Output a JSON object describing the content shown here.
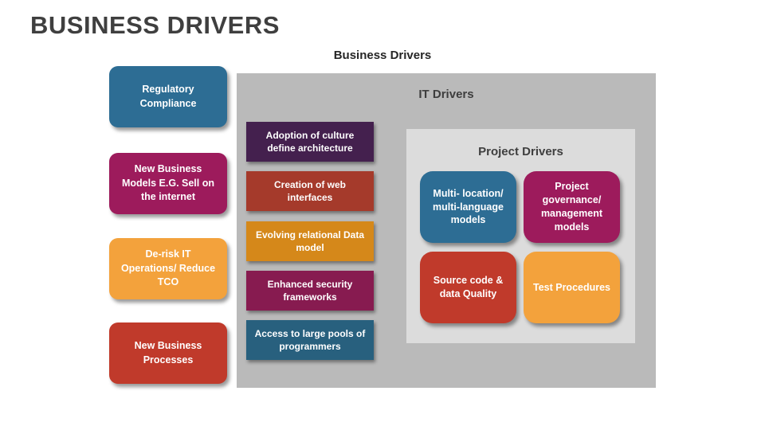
{
  "title": "BUSINESS DRIVERS",
  "diagram": {
    "caption": "Business Drivers",
    "it_panel_title": "IT Drivers",
    "project_panel_title": "Project Drivers"
  },
  "business_drivers": [
    {
      "label": "Regulatory Compliance",
      "color": "#2d6d94"
    },
    {
      "label": "New Business Models E.G. Sell on the internet",
      "color": "#9d1b5c"
    },
    {
      "label": "De-risk IT Operations/ Reduce TCO",
      "color": "#f3a23c"
    },
    {
      "label": "New Business Processes",
      "color": "#c03a2b"
    }
  ],
  "it_drivers": [
    {
      "label": "Adoption of culture define architecture",
      "color": "#44204e"
    },
    {
      "label": "Creation of web interfaces",
      "color": "#a53a2b"
    },
    {
      "label": "Evolving relational Data model",
      "color": "#d5881a"
    },
    {
      "label": "Enhanced security frameworks",
      "color": "#871b50"
    },
    {
      "label": "Access to large pools of programmers",
      "color": "#28607e"
    }
  ],
  "project_drivers": [
    {
      "label": "Multi- location/ multi-language models",
      "color": "#2d6d94"
    },
    {
      "label": "Project governance/ management models",
      "color": "#9d1b5c"
    },
    {
      "label": "Source code & data Quality",
      "color": "#c03a2b"
    },
    {
      "label": "Test Procedures",
      "color": "#f3a23c"
    }
  ],
  "colors": {
    "it_panel_bg": "#bababa",
    "project_panel_bg": "#dcdcdc",
    "title_text": "#3f3f3f",
    "box_text": "#ffffff"
  }
}
